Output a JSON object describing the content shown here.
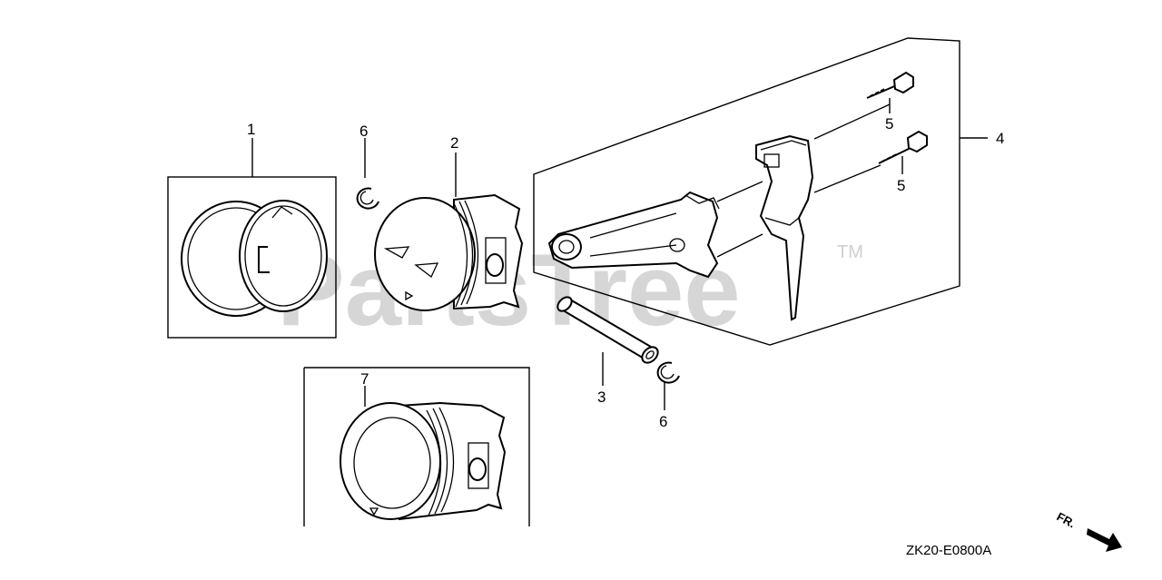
{
  "diagram": {
    "callouts": {
      "ring_set": "1",
      "piston": "2",
      "piston_pin": "3",
      "connecting_rod_assembly": "4",
      "rod_bolt_upper": "5",
      "rod_bolt_lower": "5",
      "pin_clip_left": "6",
      "pin_clip_right": "6",
      "piston_oversize": "7"
    },
    "drawing_code": "ZK20-E0800A",
    "front_indicator": "FR.",
    "watermark": "PartsTree",
    "trademark": "TM"
  }
}
